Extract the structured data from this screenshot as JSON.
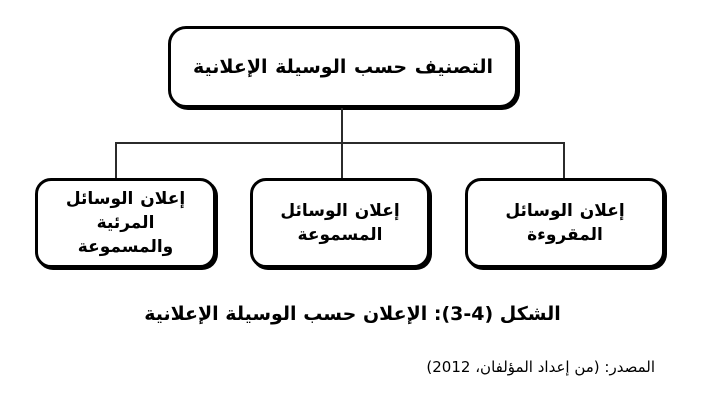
{
  "figure": {
    "root": {
      "label": "التصنيف حسب الوسيلة الإعلانية"
    },
    "children": [
      {
        "label": "إعلان الوسائل\nالمقروءة"
      },
      {
        "label": "إعلان الوسائل\nالمسموعة"
      },
      {
        "label": "إعلان الوسائل\nالمرئية والمسموعة"
      }
    ],
    "caption": "الشكل (4-3): الإعلان حسب الوسيلة الإعلانية",
    "source": "المصدر: (من إعداد المؤلفان، 2012)",
    "colors": {
      "background": "#ffffff",
      "box_border": "#000000",
      "text": "#000000",
      "connector": "#2b2b2b"
    }
  }
}
